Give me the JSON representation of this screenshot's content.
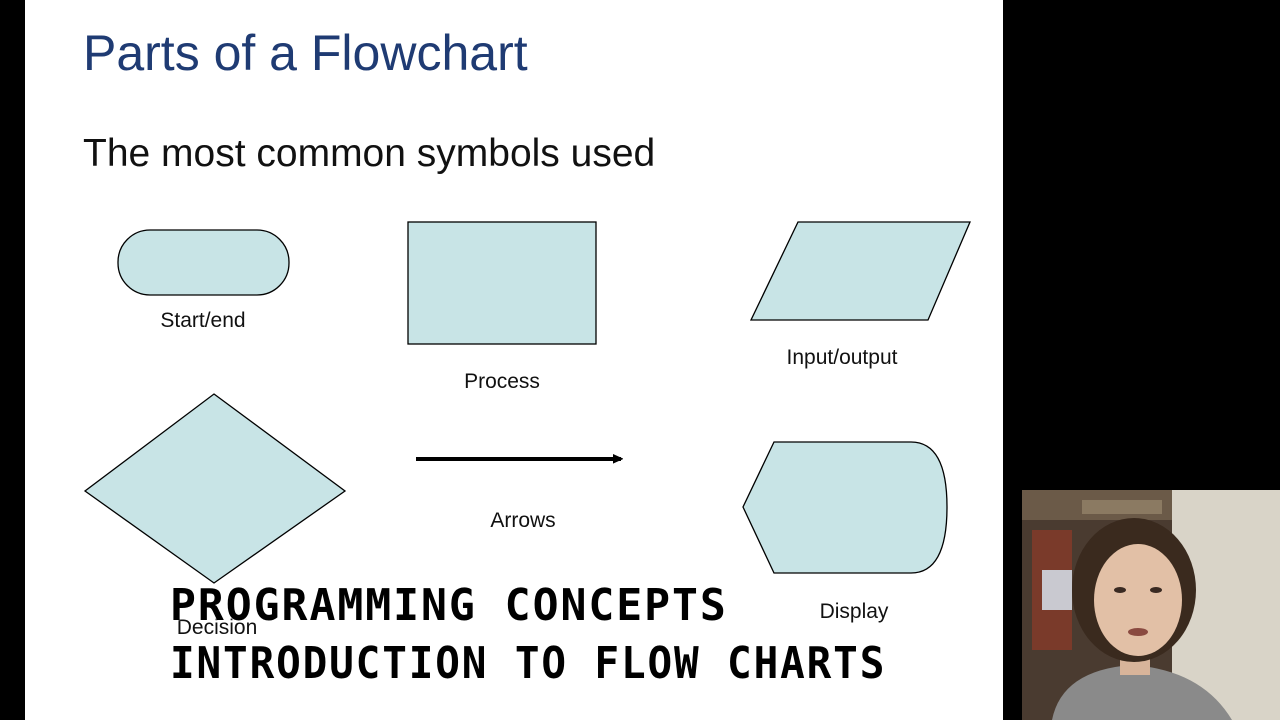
{
  "slide": {
    "title": "Parts of a Flowchart",
    "subtitle": "The most common symbols used"
  },
  "symbols": {
    "start_end": "Start/end",
    "process": "Process",
    "input_output": "Input/output",
    "decision": "Decision",
    "arrows": "Arrows",
    "display": "Display"
  },
  "banner": {
    "line1": "PROGRAMMING CONCEPTS",
    "line2": "INTRODUCTION TO FLOW CHARTS"
  },
  "colors": {
    "shape_fill": "#c8e4e6",
    "title": "#1f3b73"
  }
}
